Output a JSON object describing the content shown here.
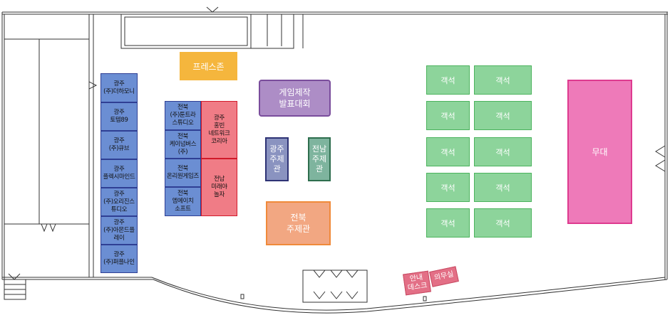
{
  "booths": {
    "left_column": [
      "광주\n(주)더하모니",
      "광주\n토템89",
      "광주\n(주)큐브",
      "광주\n플렉시마인드",
      "광주\n(주)오리진스튜디오",
      "광주\n(주)아몬드플레이",
      "광주\n(주)퍼플나인"
    ],
    "center_blue": [
      "전북\n(주)툰트라\n스튜디오",
      "전북\n케이넘버스(주)",
      "전북\n온리원게임즈",
      "전북\n엠에이치\n소프트"
    ],
    "center_red": [
      "광주\n홍빈\n네트워크\n코리아",
      "전남\n미래야\n놀자"
    ]
  },
  "press_zone": "프레스존",
  "game_dev_talk": "게임제작\n발표대회",
  "gwangju_theme": "광주\n주제관",
  "jeonnam_theme": "전남\n주제관",
  "jeonbuk_theme": "전북\n주제관",
  "seats": [
    "객석",
    "객석",
    "객석",
    "객석",
    "객석",
    "객석",
    "객석",
    "객석",
    "객석",
    "객석"
  ],
  "stage": "무대",
  "info_desk": "안내\n데스크",
  "medical_room": "의무실"
}
